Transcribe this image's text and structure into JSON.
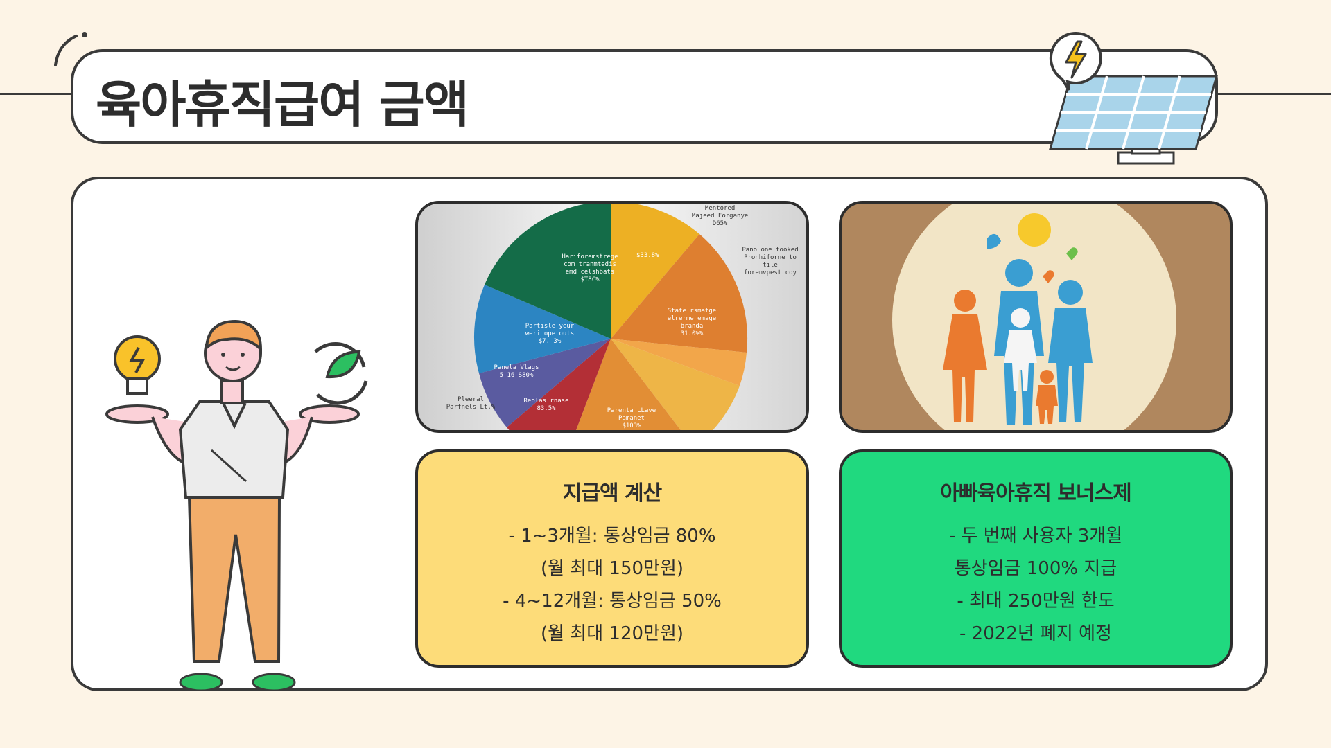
{
  "title": "육아휴직급여 금액",
  "pie_image": {
    "labels": [
      {
        "text": "Mentored\nMajeed Forganye\nD65%"
      },
      {
        "text": "Hariforemstrege\ncom tranmtedis\nemd celshbats\n$T8C%"
      },
      {
        "text": "$33.8%"
      },
      {
        "text": "Pano one tooked\nPronhiforne to tile\nforenvpest coy"
      },
      {
        "text": "State rsmatge\nelrerme emage\nbranda\n31.0%%"
      },
      {
        "text": "Partisle yeur\nweri ope outs\n$7. 3%"
      },
      {
        "text": "Panela Vlags\n5 16 S80%"
      },
      {
        "text": "Pleeral\nParfnels Lt.%"
      },
      {
        "text": "Reolas rnase\n83.5%"
      },
      {
        "text": "Parenta LLave\nPamanet\n$103%"
      }
    ]
  },
  "calc_card": {
    "title": "지급액 계산",
    "lines": [
      "- 1~3개월: 통상임금 80%",
      "(월 최대 150만원)",
      "- 4~12개월: 통상임금 50%",
      "(월 최대 120만원)"
    ]
  },
  "bonus_card": {
    "title": "아빠육아휴직 보너스제",
    "lines": [
      "- 두 번째 사용자 3개월",
      "통상임금 100% 지급",
      "- 최대 250만원 한도",
      "- 2022년 폐지 예정"
    ]
  },
  "colors": {
    "background": "#fdf4e6",
    "yellow_card": "#fddc79",
    "green_card": "#20d97f",
    "outline": "#3a3a3a"
  }
}
